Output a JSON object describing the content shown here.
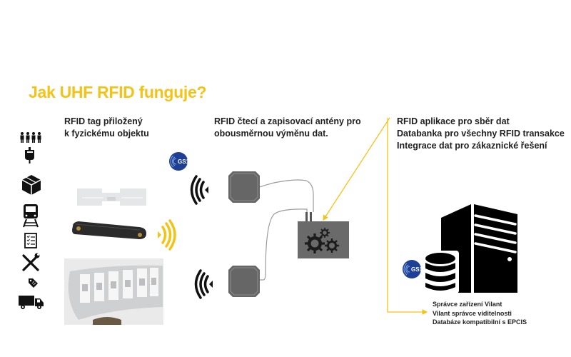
{
  "title": "Jak UHF RFID funguje?",
  "tag_caption": [
    "RFID tag přiložený",
    "k fyzickému objektu"
  ],
  "antenna_caption": [
    "RFID čtecí a zapisovací antény pro",
    "obousměrnou výměnu dat."
  ],
  "app_caption": [
    "RFID aplikace pro sběr dat",
    "Databanka pro všechny RFID transakce",
    "Integrace dat pro zákaznické řešení"
  ],
  "server_features": [
    "Správce zařízení Vilant",
    "Vilant správce viditelnosti",
    "Databáze kompatibilní s EPCIS"
  ],
  "logos": {
    "gs1": "GS1"
  },
  "object_icons": [
    "people-icon",
    "blood-bag-icon",
    "package-icon",
    "train-icon",
    "checklist-icon",
    "tools-icon",
    "price-tag-icon",
    "truck-icon"
  ],
  "colors": {
    "accent": "#f3c319",
    "device": "#6a6a6a",
    "gs1_blue": "#1d3f94"
  }
}
